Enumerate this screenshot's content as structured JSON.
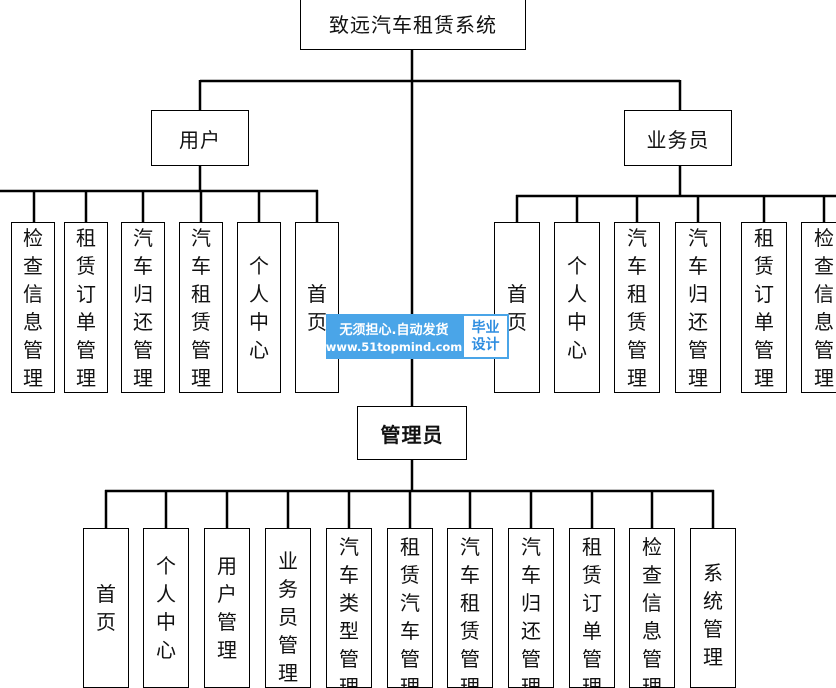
{
  "title": "致远汽车租赁系统",
  "roles": {
    "user": {
      "label": "用户",
      "items": [
        "检查信息管理",
        "租赁订单管理",
        "汽车归还管理",
        "汽车租赁管理",
        "个人中心",
        "首页"
      ]
    },
    "staff": {
      "label": "业务员",
      "items": [
        "首页",
        "个人中心",
        "汽车租赁管理",
        "汽车归还管理",
        "租赁订单管理",
        "检查信息管理"
      ]
    },
    "admin": {
      "label": "管理员",
      "items": [
        "首页",
        "个人中心",
        "用户管理",
        "业务员管理",
        "汽车类型管理",
        "租赁汽车管理",
        "汽车租赁管理",
        "汽车归还管理",
        "租赁订单管理",
        "检查信息管理",
        "系统管理"
      ]
    }
  },
  "watermark": {
    "line1": "无须担心.自动发货",
    "line2": "www.51topmind.com",
    "badge_top": "毕业",
    "badge_bottom": "设计"
  },
  "colors": {
    "line": "#000000",
    "watermark": "#4aa5e8"
  }
}
